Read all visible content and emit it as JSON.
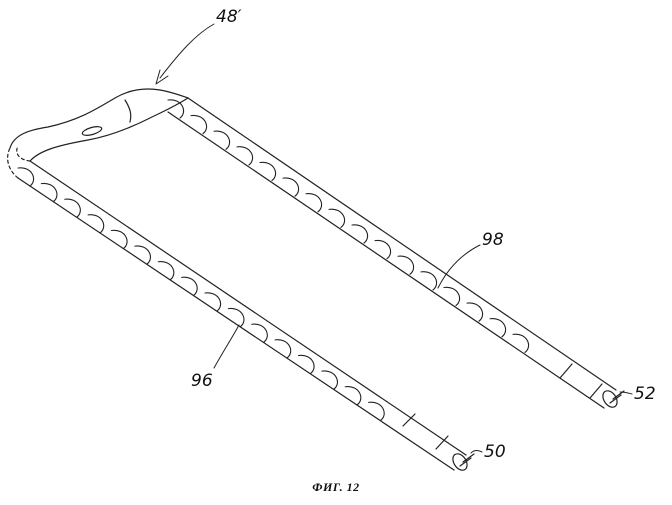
{
  "figure": {
    "caption": "ФИГ. 12",
    "labels": {
      "assembly": "48′",
      "left_winding": "96",
      "right_winding": "98",
      "left_end": "50",
      "right_end": "52"
    }
  }
}
